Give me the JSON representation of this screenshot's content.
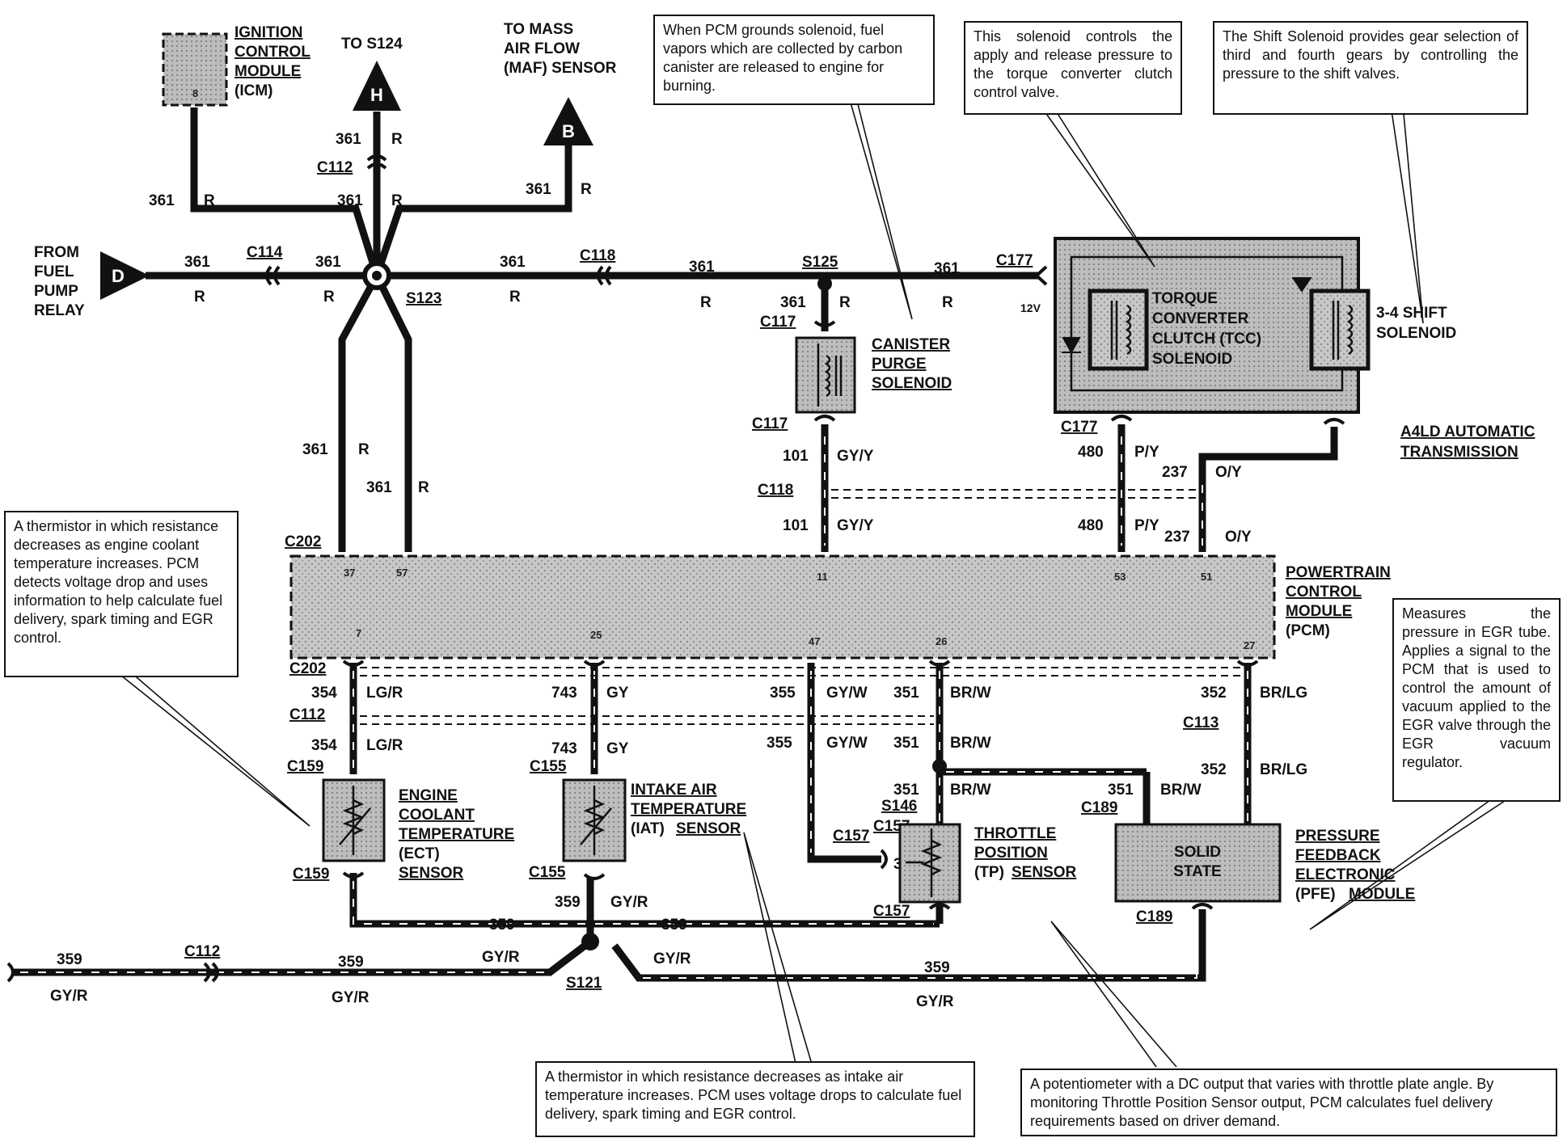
{
  "components": {
    "icm": {
      "lines": [
        "IGNITION",
        "CONTROL",
        "MODULE"
      ],
      "abbr": "(ICM)",
      "pin": "8"
    },
    "to_s124": "TO S124",
    "to_maf": {
      "lines": [
        "TO MASS",
        "AIR FLOW",
        "(MAF) SENSOR"
      ]
    },
    "from_fuel_pump_relay": {
      "lines": [
        "FROM",
        "FUEL",
        "PUMP",
        "RELAY"
      ]
    },
    "connector_h": "H",
    "connector_b": "B",
    "connector_d": "D",
    "canister_purge": {
      "lines": [
        "CANISTER",
        "PURGE",
        "SOLENOID"
      ]
    },
    "tcc": {
      "lines": [
        "TORQUE",
        "CONVERTER",
        "CLUTCH (TCC)",
        "SOLENOID"
      ]
    },
    "shift": {
      "lines": [
        "3-4 SHIFT",
        "SOLENOID"
      ]
    },
    "a4ld": {
      "lines": [
        "A4LD AUTOMATIC",
        "TRANSMISSION"
      ]
    },
    "voltage_12v": "12V",
    "pcm": {
      "lines": [
        "POWERTRAIN",
        "CONTROL",
        "MODULE"
      ],
      "abbr": "(PCM)",
      "pins_top": [
        "37",
        "57",
        "11",
        "53",
        "51"
      ],
      "pins_bottom": [
        "7",
        "25",
        "47",
        "26",
        "27"
      ]
    },
    "ect": {
      "lines": [
        "ENGINE",
        "COOLANT",
        "TEMPERATURE"
      ],
      "abbr": "(ECT)",
      "last": "SENSOR"
    },
    "iat": {
      "lines": [
        "INTAKE AIR",
        "TEMPERATURE"
      ],
      "abbr": "(IAT)",
      "last": "SENSOR"
    },
    "tp": {
      "lines": [
        "THROTTLE",
        "POSITION"
      ],
      "abbr": "(TP)",
      "last": "SENSOR"
    },
    "pfe": {
      "lines": [
        "PRESSURE",
        "FEEDBACK",
        "ELECTRONIC"
      ],
      "abbr": "(PFE)",
      "last": "MODULE",
      "inner": [
        "SOLID",
        "STATE"
      ]
    }
  },
  "connectors": {
    "c112": "C112",
    "c114": "C114",
    "c118": "C118",
    "c177": "C177",
    "c117": "C117",
    "c202": "C202",
    "c159": "C159",
    "c155": "C155",
    "c157": "C157",
    "c113": "C113",
    "c189": "C189",
    "s123": "S123",
    "s125": "S125",
    "s146": "S146",
    "s121": "S121"
  },
  "wires": {
    "w361": "361",
    "r": "R",
    "w101": "101",
    "gyy": "GY/Y",
    "w480": "480",
    "py": "P/Y",
    "w237": "237",
    "oy": "O/Y",
    "w354": "354",
    "lgr": "LG/R",
    "w743": "743",
    "gy": "GY",
    "w355": "355",
    "gyw": "GY/W",
    "w351": "351",
    "brw": "BR/W",
    "w352": "352",
    "brlg": "BR/LG",
    "w359": "359",
    "gyr": "GY/R"
  },
  "notes": {
    "canister": "When PCM grounds solenoid, fuel vapors which are collected by carbon canister are released to engine for burning.",
    "tcc": "This solenoid controls the apply and release pressure to the torque converter clutch control valve.",
    "shift": "The Shift Solenoid provides gear selection of third and fourth gears by controlling the pressure to the shift valves.",
    "ect": "A thermistor in which resistance decreases as engine coolant temperature increases. PCM detects voltage drop and uses information to help calculate fuel delivery, spark timing and EGR control.",
    "pfe": "Measures the pressure in EGR tube. Applies a signal to the PCM that is used to control the amount of vacuum applied to the EGR valve through the EGR vacuum regulator.",
    "iat": "A thermistor in which resistance decreases as intake air temperature increases. PCM uses voltage drops to calculate fuel delivery, spark timing and EGR control.",
    "tp": "A potentiometer with a DC output that varies with throttle plate angle. By monitoring Throttle Position Sensor output, PCM calculates fuel delivery requirements based on driver demand."
  }
}
